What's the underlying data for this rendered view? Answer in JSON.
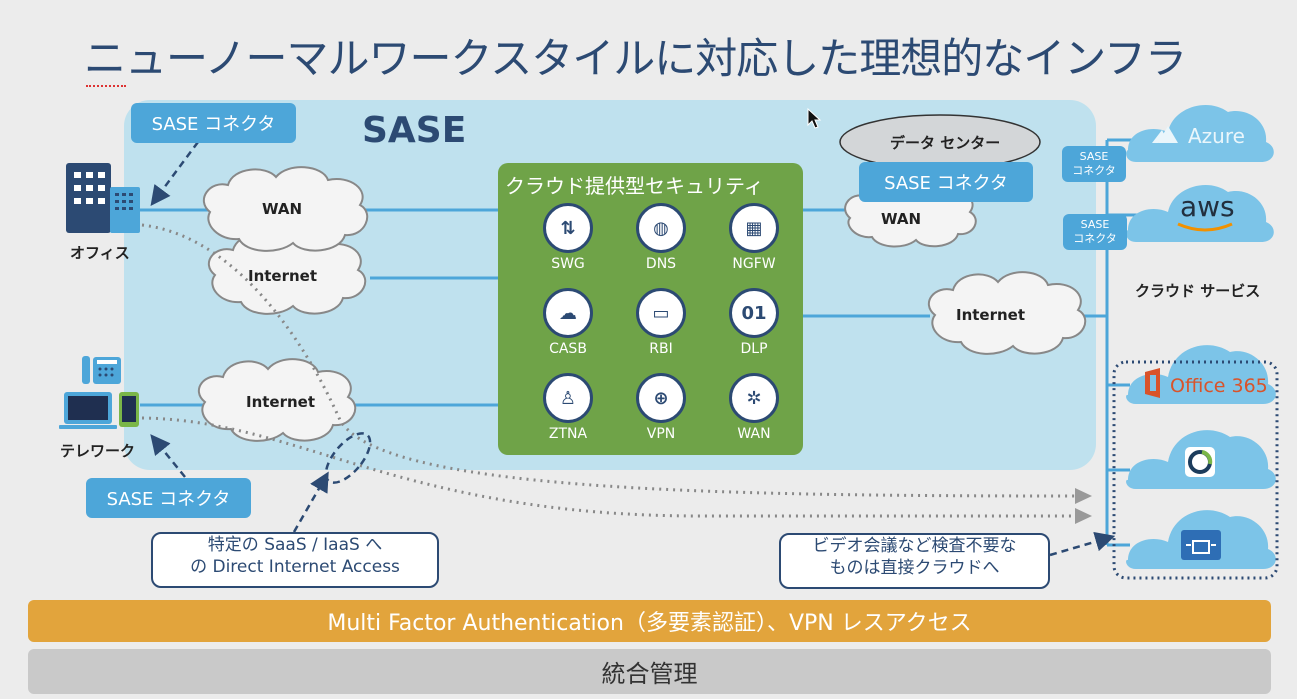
{
  "title": "ニューノーマルワークスタイルに対応した理想的なインフラ",
  "sase": {
    "label": "SASE",
    "connector_label": "SASE コネクタ",
    "connector_label_short": [
      "SASE",
      "コネクタ"
    ]
  },
  "locations": {
    "office": "オフィス",
    "telework": "テレワーク",
    "datacenter": "データ センター",
    "cloud_services": "クラウド サービス"
  },
  "networks": {
    "wan": "WAN",
    "internet": "Internet"
  },
  "security": {
    "title": "クラウド提供型セキュリティ",
    "services": [
      {
        "name": "SWG",
        "icon": "swg-icon"
      },
      {
        "name": "DNS",
        "icon": "globe-network-icon"
      },
      {
        "name": "NGFW",
        "icon": "firewall-icon"
      },
      {
        "name": "CASB",
        "icon": "cloud-apps-icon"
      },
      {
        "name": "RBI",
        "icon": "cloud-browser-icon"
      },
      {
        "name": "DLP",
        "icon": "binary-icon"
      },
      {
        "name": "ZTNA",
        "icon": "user-check-icon"
      },
      {
        "name": "VPN",
        "icon": "globe-lock-icon"
      },
      {
        "name": "WAN",
        "icon": "hub-network-icon"
      }
    ]
  },
  "clouds": {
    "azure": "Azure",
    "aws": "aws",
    "office365": "Office 365",
    "webex_icon": "webex-icon",
    "conference_icon": "video-conference-icon"
  },
  "callouts": {
    "dia": [
      "特定の SaaS / IaaS へ",
      "の Direct Internet Access"
    ],
    "video": [
      "ビデオ会議など検査不要な",
      "ものは直接クラウドへ"
    ]
  },
  "bars": {
    "mfa": "Multi Factor Authentication（多要素認証）、VPN レスアクセス",
    "management": "統合管理"
  },
  "colors": {
    "navy": "#2c4a73",
    "sase_bg": "#bfe1ee",
    "connector": "#4da6d9",
    "security_green": "#6fa348",
    "mfa_orange": "#e2a43c",
    "mgmt_gray": "#c9c9c9",
    "cloud_blue": "#7cc4e8",
    "office_orange": "#d9532a"
  }
}
